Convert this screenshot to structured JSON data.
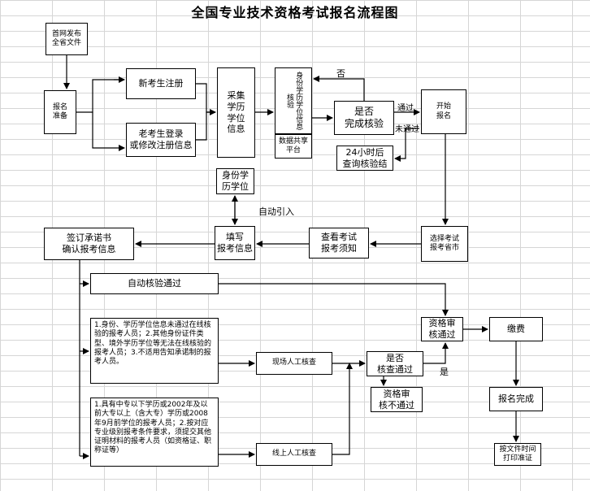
{
  "title": "全国专业技术资格考试报名流程图",
  "nodes": {
    "publish": "首网发布\n全省文件",
    "prepare": "报名\n准备",
    "new_register": "新考生注册",
    "old_login": "老考生登录\n或修改注册信息",
    "collect": "采集\n学历\n学位\n信息",
    "verify": "身份学历学位信息核验",
    "data_share": "数据共享平台",
    "is_verified": "是否\n完成核验",
    "query24": "24小时后\n查询核验结",
    "start_reg": "开始\n报名",
    "identity_edu": "身份学\n历学位",
    "select_province": "选择考试\n报考省市",
    "read_notice": "查看考试\n报考须知",
    "fill_info": "填写\n报考信息",
    "sign_pledge": "签订承诺书\n确认报考信息",
    "auto_pass": "自动核验通过",
    "cond1": "1.身份、学历学位信息未通过在线核验的报考人员；2.其他身份证件类型、境外学历学位等无法在线核验的报考人员；3.不适用告知承诺制的报考人员。",
    "cond2": "1.具有中专以下学历或2002年及以前大专以上（含大专）学历或2008年9月前学位的报考人员；2.按对应专业级别报考条件要求，须提交其他证明材料的报考人员（如资格证、职称证等）",
    "onsite": "现场人工核查",
    "online": "线上人工核查",
    "is_pass": "是否\n核查通过",
    "fail": "资格审\n核不通过",
    "pass": "资格审\n核通过",
    "pay": "缴费",
    "done": "报名完成",
    "print": "按文件时间\n打印准证"
  },
  "labels": {
    "no": "否",
    "pass_lbl": "通过",
    "not_pass_lbl": "未通过",
    "auto_import": "自动引入",
    "yes": "是"
  }
}
